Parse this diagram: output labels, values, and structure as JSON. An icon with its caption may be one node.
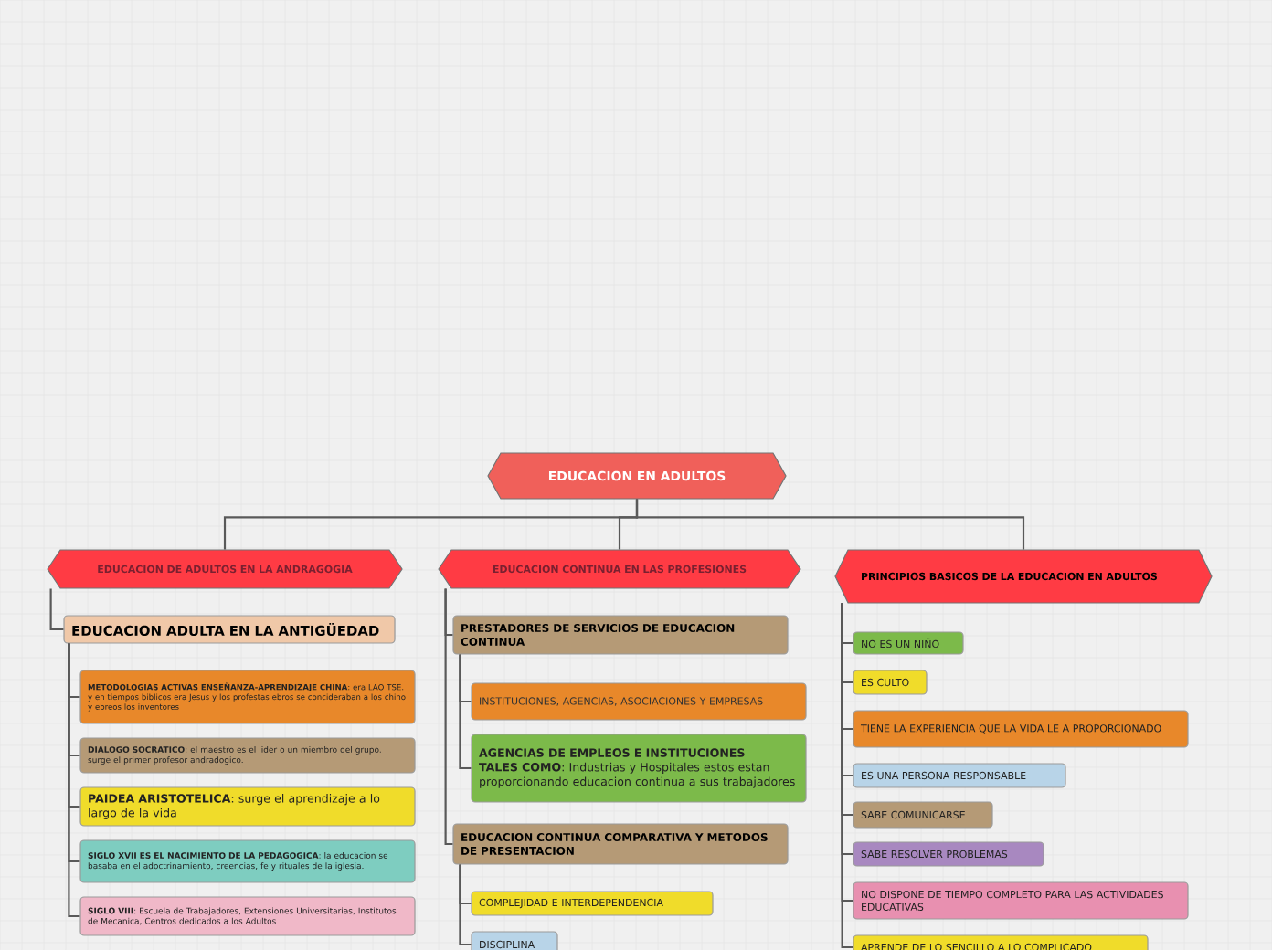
{
  "diagram": {
    "nodes": [
      {
        "text": [
          "EDUCACION EN ADULTOS"
        ]
      },
      {
        "text": [
          "EDUCACION DE ADULTOS EN LA ANDRAGOGIA"
        ]
      },
      {
        "text": [
          "EDUCACION CONTINUA EN LAS PROFESIONES"
        ]
      },
      {
        "text": [
          "PRINCIPIOS BASICOS DE LA EDUCACION EN ADULTOS"
        ]
      },
      {
        "text": [
          "EDUCACION ADULTA EN LA ANTIGÜEDAD"
        ]
      },
      {
        "text": [
          "**METODOLOGIAS ACTIVAS ENSEÑANZA-APRENDIZAJE CHINA**: era LAO TSE. y en tiempos biblicos era Jesus y los profestas ebros se concideraban a los chino y ebreos los inventores"
        ]
      },
      {
        "text": [
          "**DIALOGO SOCRATICO**: el maestro es el lider o un miembro del grupo. surge el primer profesor andradogico."
        ]
      },
      {
        "text": [
          "**PAIDEA ARISTOTELICA**: surge el aprendizaje a lo largo de la vida"
        ]
      },
      {
        "text": [
          "**SIGLO XVII ES EL NACIMIENTO DE LA PEDAGOGICA**: la educacion se basaba en el adoctrinamiento, creencias, fe y rituales de la iglesia."
        ]
      },
      {
        "text": [
          "**SIGLO VIII**: Escuela de Trabajadores, Extensiones Universitarias, Institutos de Mecanica, Centros dedicados a los Adultos"
        ]
      },
      {
        "text": [
          "PRESTADORES DE SERVICIOS DE EDUCACION CONTINUA"
        ]
      },
      {
        "text": [
          "INSTITUCIONES, AGENCIAS, ASOCIACIONES Y EMPRESAS"
        ]
      },
      {
        "text": [
          "**AGENCIAS DE EMPLEOS E INSTITUCIONES TALES COMO**: Industrias y Hospitales estos estan proporcionando educacion continua a sus trabajadores"
        ]
      },
      {
        "text": [
          "EDUCACION CONTINUA COMPARATIVA Y METODOS DE PRESENTACION"
        ]
      },
      {
        "text": [
          "COMPLEJIDAD E INTERDEPENDENCIA"
        ]
      },
      {
        "text": [
          "DISCIPLINA"
        ]
      },
      {
        "text": [
          "NO ES UN NIÑO"
        ]
      },
      {
        "text": [
          "ES CULTO"
        ]
      },
      {
        "text": [
          "TIENE LA EXPERIENCIA QUE LA VIDA LE A PROPORCIONADO"
        ]
      },
      {
        "text": [
          "ES UNA PERSONA RESPONSABLE"
        ]
      },
      {
        "text": [
          "SABE COMUNICARSE"
        ]
      },
      {
        "text": [
          "SABE RESOLVER PROBLEMAS"
        ]
      },
      {
        "text": [
          "NO DISPONE DE TIEMPO COMPLETO PARA LAS ACTIVIDADES EDUCATIVAS"
        ]
      },
      {
        "text": [
          "APRENDE DE LO SENCILLO A LO COMPLICADO"
        ]
      }
    ],
    "edges": [
      {
        "from": 0,
        "to": 1,
        "arrow": "none"
      },
      {
        "from": 0,
        "to": 2,
        "arrow": "none"
      },
      {
        "from": 0,
        "to": 3,
        "arrow": "none"
      },
      {
        "from": 1,
        "to": 4,
        "arrow": "none"
      },
      {
        "from": 4,
        "to": 5,
        "arrow": "none"
      },
      {
        "from": 4,
        "to": 6,
        "arrow": "none"
      },
      {
        "from": 4,
        "to": 7,
        "arrow": "none"
      },
      {
        "from": 4,
        "to": 8,
        "arrow": "none"
      },
      {
        "from": 4,
        "to": 9,
        "arrow": "none"
      },
      {
        "from": 2,
        "to": 10,
        "arrow": "none"
      },
      {
        "from": 10,
        "to": 11,
        "arrow": "none"
      },
      {
        "from": 10,
        "to": 12,
        "arrow": "none"
      },
      {
        "from": 2,
        "to": 13,
        "arrow": "none"
      },
      {
        "from": 13,
        "to": 14,
        "arrow": "none"
      },
      {
        "from": 13,
        "to": 15,
        "arrow": "none"
      },
      {
        "from": 3,
        "to": 16,
        "arrow": "none"
      },
      {
        "from": 3,
        "to": 17,
        "arrow": "none"
      },
      {
        "from": 3,
        "to": 18,
        "arrow": "none"
      },
      {
        "from": 3,
        "to": 19,
        "arrow": "none"
      },
      {
        "from": 3,
        "to": 20,
        "arrow": "none"
      },
      {
        "from": 3,
        "to": 21,
        "arrow": "none"
      },
      {
        "from": 3,
        "to": 22,
        "arrow": "none"
      },
      {
        "from": 3,
        "to": 23,
        "arrow": "none"
      }
    ]
  }
}
